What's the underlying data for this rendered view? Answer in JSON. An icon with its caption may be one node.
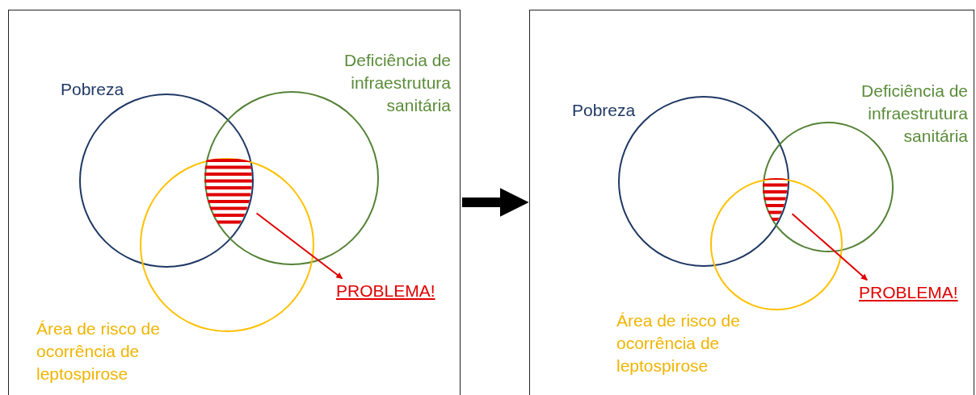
{
  "diagram": {
    "nodes": [
      {
        "text": [],
        "shape": "box"
      },
      {
        "text": [
          "Pobreza"
        ],
        "in": 0
      },
      {
        "text": [
          "Deficiência de infraestrutura sanitária"
        ],
        "in": 0
      },
      {
        "text": [
          "Área de risco de ocorrência de leptospirose"
        ],
        "in": 0
      },
      {
        "text": [],
        "shape": "region"
      },
      {
        "text": [
          "PROBLEMA!"
        ],
        "in": 0
      },
      {
        "text": [],
        "shape": "box"
      },
      {
        "text": [
          "Pobreza"
        ],
        "in": 6
      },
      {
        "text": [
          "Deficiência de infraestrutura sanitária"
        ],
        "in": 6
      },
      {
        "text": [
          "Área de risco de ocorrência de leptospirose"
        ],
        "in": 6
      },
      {
        "text": [],
        "shape": "region"
      },
      {
        "text": [
          "PROBLEMA!"
        ],
        "in": 6
      }
    ],
    "edges": [
      {
        "from": 4,
        "to": 5,
        "arrow": "to",
        "color": "#e00000"
      },
      {
        "from": 10,
        "to": 11,
        "arrow": "to",
        "color": "#e00000"
      },
      {
        "from": 0,
        "to": 6,
        "arrow": "to",
        "style": "thick",
        "color": "#000000"
      }
    ]
  }
}
